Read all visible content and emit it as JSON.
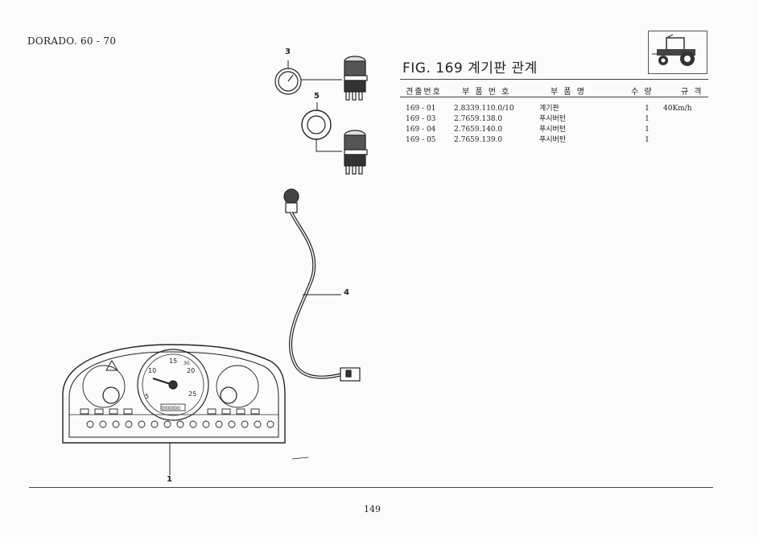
{
  "header": {
    "model": "DORADO. 60 - 70",
    "fig_title": "FIG. 169 계기판 관계"
  },
  "table": {
    "columns": [
      "견출번호",
      "부 품 번 호",
      "부 품 명",
      "수 량",
      "규 격"
    ],
    "rows": [
      [
        "169 - 01",
        "2.8339.110.0/10",
        "계기판",
        "1",
        "40Km/h"
      ],
      [
        "169 - 03",
        "2.7659.138.0",
        "푸시버턴",
        "1",
        ""
      ],
      [
        "169 - 04",
        "2.7659.140.0",
        "푸시버턴",
        "1",
        ""
      ],
      [
        "169 - 05",
        "2.7659.139.0",
        "푸시버턴",
        "1",
        ""
      ]
    ]
  },
  "callouts": {
    "c1": "1",
    "c3": "3",
    "c4": "4",
    "c5": "5"
  },
  "gauge": {
    "n15": "15",
    "n10": "10",
    "n20": "20",
    "n5": "5",
    "n25": "25",
    "n30": "30",
    "odometer": "000000"
  },
  "page_number": "149"
}
